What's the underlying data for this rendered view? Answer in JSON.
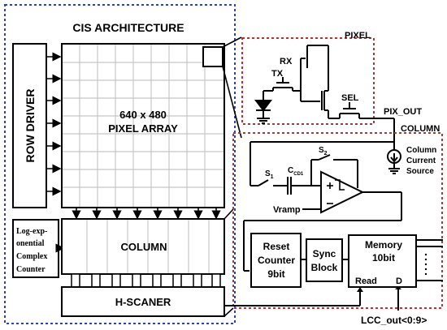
{
  "diagram": {
    "title": "CIS ARCHITECTURE",
    "row_driver": "ROW DRIVER",
    "pixel_array": {
      "line1": "640 x 480",
      "line2": "PIXEL ARRAY"
    },
    "column_block": "COLUMN",
    "h_scanner": "H-SCANER",
    "lcc": {
      "line1": "Log-exp-",
      "line2": "onential",
      "line3": "Complex",
      "line4": "Counter"
    },
    "pixel_section": {
      "title": "PIXEL",
      "rx": "RX",
      "tx": "TX",
      "sel": "SEL",
      "pix_out": "PIX_OUT"
    },
    "column_section": {
      "title": "COLUMN",
      "current_source": {
        "line1": "Column",
        "line2": "Current",
        "line3": "Source"
      },
      "s1_main": "S",
      "s1_sub": "1",
      "s2_main": "S",
      "s2_sub": "2",
      "ccd_main": "C",
      "ccd_sub": "CD1",
      "vramp": "Vramp",
      "reset_counter": {
        "line1": "Reset",
        "line2": "Counter",
        "line3": "9bit"
      },
      "sync_block": {
        "line1": "Sync",
        "line2": "Block"
      },
      "memory": {
        "line1": "Memory",
        "line2": "10bit",
        "read": "Read",
        "d": "D"
      },
      "lcc_out": "LCC_out<0:9>"
    },
    "colors": {
      "blue_border": "#2b3fc2",
      "red_border": "#b33232",
      "grid": "#c8c8c8"
    }
  }
}
